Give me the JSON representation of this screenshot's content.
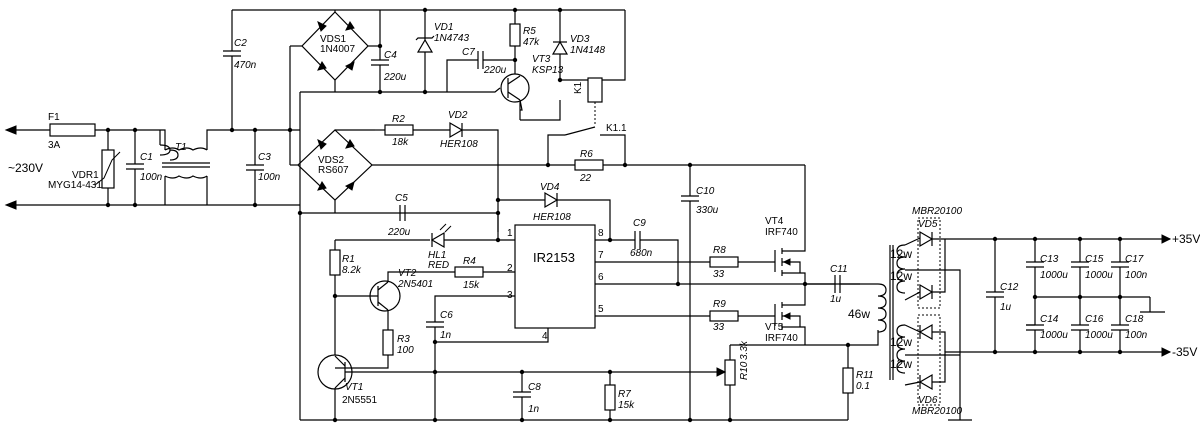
{
  "power": {
    "mains": "~230V",
    "fuse_ref": "F1",
    "fuse_val": "3A",
    "vdr_ref": "VDR1",
    "vdr_val": "MYG14-431",
    "c1_ref": "C1",
    "c1_val": "100n",
    "t1_ref": "T1",
    "c3_ref": "C3",
    "c3_val": "100n",
    "c2_ref": "C2",
    "c2_val": "470n",
    "vds1_ref": "VDS1",
    "vds1_val": "1N4007",
    "c4_ref": "C4",
    "c4_val": "220u",
    "vd1_ref": "VD1",
    "vd1_val": "1N4743",
    "r5_ref": "R5",
    "r5_val": "47k",
    "vd3_ref": "VD3",
    "vd3_val": "1N4148",
    "c7_ref": "C7",
    "c7_val": "220u",
    "vt3_ref": "VT3",
    "vt3_val": "KSP13",
    "k1_ref": "K1",
    "k11_ref": "K1.1",
    "r2_ref": "R2",
    "r2_val": "18k",
    "vd2_ref": "VD2",
    "vd2_val": "HER108",
    "vds2_ref": "VDS2",
    "vds2_val": "RS607",
    "r6_ref": "R6",
    "r6_val": "22",
    "c10_ref": "C10",
    "c10_val": "330u",
    "c5_ref": "C5",
    "c5_val": "220u",
    "vd4_ref": "VD4",
    "vd4_val": "HER108"
  },
  "control": {
    "ic_name": "IR2153",
    "pins": {
      "p1": "1",
      "p2": "2",
      "p3": "3",
      "p4": "4",
      "p5": "5",
      "p6": "6",
      "p7": "7",
      "p8": "8"
    },
    "c9_ref": "C9",
    "c9_val": "680n",
    "hl1_ref": "HL1",
    "hl1_val": "RED",
    "r1_ref": "R1",
    "r1_val": "8.2k",
    "vt2_ref": "VT2",
    "vt2_val": "2N5401",
    "r4_ref": "R4",
    "r4_val": "15k",
    "c6_ref": "C6",
    "c6_val": "1n",
    "r3_ref": "R3",
    "r3_val": "100",
    "vt1_ref": "VT1",
    "vt1_val": "2N5551",
    "c8_ref": "C8",
    "c8_val": "1n",
    "r7_ref": "R7",
    "r7_val": "15k",
    "r10_ref": "R10",
    "r10_val": "3.3k",
    "r11_ref": "R11",
    "r11_val": "0.1"
  },
  "output": {
    "r8_ref": "R8",
    "r8_val": "33",
    "r9_ref": "R9",
    "r9_val": "33",
    "vt4_ref": "VT4",
    "vt4_val": "IRF740",
    "vt5_ref": "VT5",
    "vt5_val": "IRF740",
    "c11_ref": "C11",
    "c11_val": "1u",
    "primary": "46w",
    "sec1": "12w",
    "sec2": "12w",
    "sec3": "12w",
    "sec4": "12w",
    "vd5_ref": "VD5",
    "vd6_ref": "VD6",
    "diode_top": "MBR20100",
    "diode_bot": "MBR20100",
    "c12_ref": "C12",
    "c12_val": "1u",
    "c13_ref": "C13",
    "c13_val": "1000u",
    "c15_ref": "C15",
    "c15_val": "1000u",
    "c17_ref": "C17",
    "c17_val": "100n",
    "c14_ref": "C14",
    "c14_val": "1000u",
    "c16_ref": "C16",
    "c16_val": "1000u",
    "c18_ref": "C18",
    "c18_val": "100n",
    "vpos": "+35V",
    "vneg": "-35V"
  }
}
